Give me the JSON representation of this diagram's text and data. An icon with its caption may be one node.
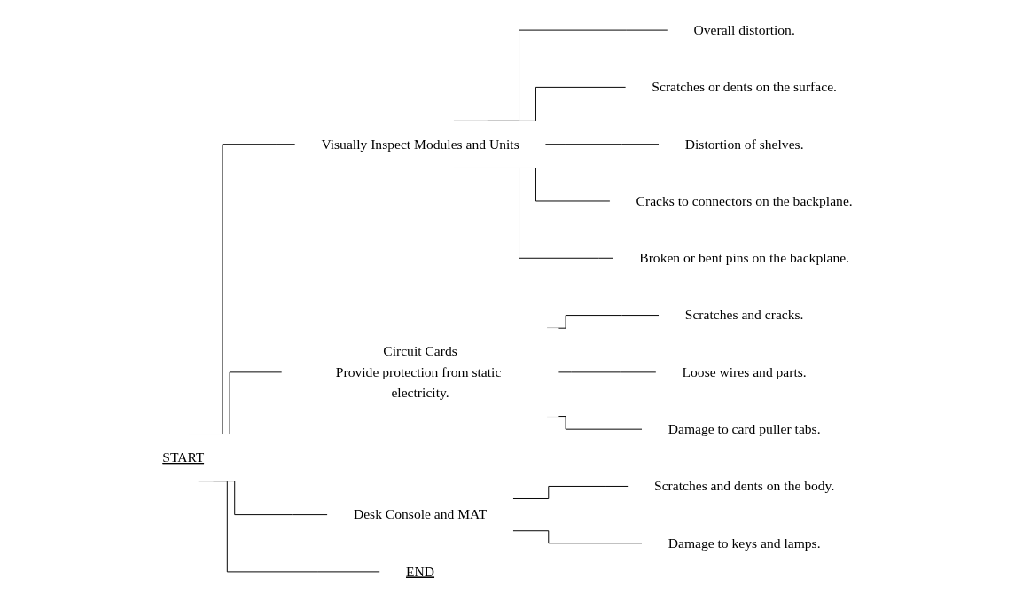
{
  "diagram": {
    "nodes": [
      {
        "text": [
          "START"
        ]
      },
      {
        "text": [
          "Visually Inspect Modules and Units"
        ]
      },
      {
        "text": [
          "Overall distortion."
        ]
      },
      {
        "text": [
          "Scratches or dents on the surface."
        ]
      },
      {
        "text": [
          "Distortion of shelves."
        ]
      },
      {
        "text": [
          "Cracks to connectors on the backplane."
        ]
      },
      {
        "text": [
          "Broken or bent pins on the backplane."
        ]
      },
      {
        "text": [
          "Circuit Cards",
          "Provide protection from static electricity."
        ]
      },
      {
        "text": [
          "Scratches and cracks."
        ]
      },
      {
        "text": [
          "Loose wires and parts."
        ]
      },
      {
        "text": [
          "Damage to card puller tabs."
        ]
      },
      {
        "text": [
          "Desk Console and MAT"
        ]
      },
      {
        "text": [
          "Scratches and dents on the body."
        ]
      },
      {
        "text": [
          "Damage to keys and lamps."
        ]
      },
      {
        "text": [
          "END"
        ]
      }
    ],
    "edges": [
      {
        "from": 0,
        "to": 1,
        "arrow": "none"
      },
      {
        "from": 0,
        "to": 7,
        "arrow": "none"
      },
      {
        "from": 0,
        "to": 11,
        "arrow": "none"
      },
      {
        "from": 0,
        "to": 14,
        "arrow": "none"
      },
      {
        "from": 1,
        "to": 2,
        "arrow": "none"
      },
      {
        "from": 1,
        "to": 3,
        "arrow": "none"
      },
      {
        "from": 1,
        "to": 4,
        "arrow": "none"
      },
      {
        "from": 1,
        "to": 5,
        "arrow": "none"
      },
      {
        "from": 1,
        "to": 6,
        "arrow": "none"
      },
      {
        "from": 7,
        "to": 8,
        "arrow": "none"
      },
      {
        "from": 7,
        "to": 9,
        "arrow": "none"
      },
      {
        "from": 7,
        "to": 10,
        "arrow": "none"
      },
      {
        "from": 11,
        "to": 12,
        "arrow": "none"
      },
      {
        "from": 11,
        "to": 13,
        "arrow": "none"
      }
    ]
  }
}
